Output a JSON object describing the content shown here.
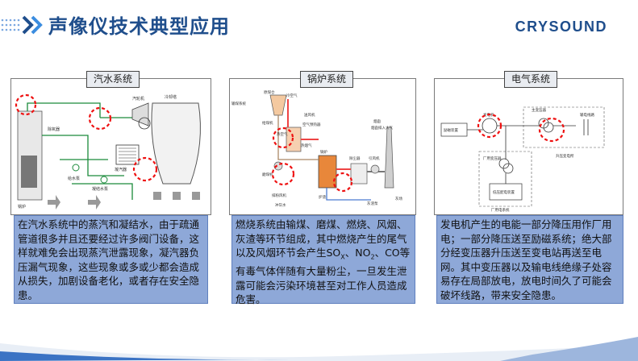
{
  "header": {
    "title": "声像仪技术典型应用",
    "brand": "CRYSOUND"
  },
  "colors": {
    "title": "#1f4e8c",
    "desc_bg": "#8ea8d8",
    "highlight": "#ee1111"
  },
  "panels": [
    {
      "label": "汽水系统",
      "description": "在汽水系统中的蒸汽和凝结水，由于疏通管道很多并且还要经过许多阀门设备，这样就难免会出现蒸汽泄露现象，凝汽器负压漏气现象，这些现象或多或少都会造成从损失，加剧设备老化，或者存在安全隐患。",
      "diagram_labels": [
        "汽轮机",
        "凝汽器",
        "冷却塔",
        "给水泵",
        "凝结水泵",
        "除氧器",
        "锅炉"
      ]
    },
    {
      "label": "锅炉系统",
      "description_before": "燃烧系统由输煤、磨煤、燃烧、风烟、灰渣等环节组成，其中燃烧产生的尾气以及风烟环节会产生SO",
      "sub1": "X",
      "mid": "、NO",
      "sub2": "2",
      "description_after": "、CO等有毒气体伴随有大量粉尘，一旦发生泄露可能会污染环境甚至对工作人员造成危害。",
      "diagram_labels": [
        "输煤系统",
        "原煤仓",
        "给煤机",
        "磨煤机",
        "排粉风机",
        "锅炉",
        "空气预热器",
        "除尘器",
        "引风机",
        "送风机",
        "烟囱",
        "冲灰水",
        "灰渣泵",
        "灰场",
        "炉渣",
        "冷空气",
        "热空气",
        "热烟气",
        "烟囱排入大气"
      ]
    },
    {
      "label": "电气系统",
      "description": "发电机产生的电能一部分降压用作厂用电；一部分降压送至励磁系统；绝大部分经变压器升压送至变电站再送至电网。其中变压器以及输电线绝缘子处容易存在局部放电，放电时间久了可能会破坏线路，带来安全隐患。",
      "diagram_labels": [
        "励磁装置",
        "发电机",
        "主变压器",
        "输电线路",
        "厂用变压器",
        "升压变电所",
        "低压配电装置",
        "厂用电系统"
      ]
    }
  ]
}
